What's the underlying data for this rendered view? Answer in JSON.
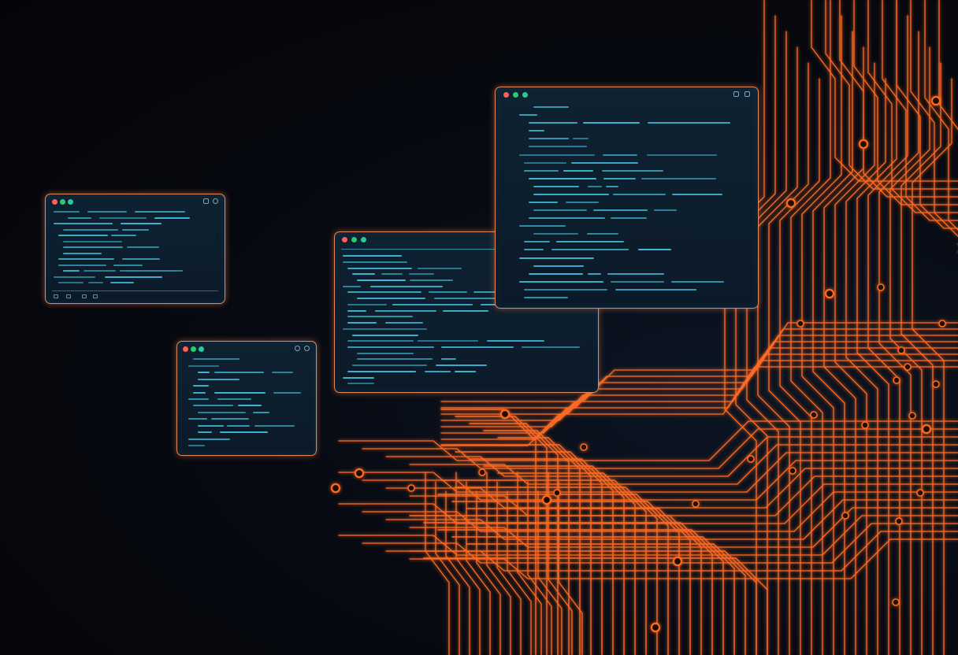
{
  "scene": {
    "background_color": "#050609",
    "trace_color": "#ff6a24",
    "trace_glow_color": "#ff3b00",
    "window_border_color": "#e0895a",
    "code_text_color": "#3eb7d6",
    "window_dots": [
      "#ff5f57",
      "#28ca72",
      "#28ca9a"
    ]
  },
  "windows": [
    {
      "id": "editor-window-left",
      "icons": [
        "minimize-icon",
        "close-icon"
      ],
      "line_count": 13
    },
    {
      "id": "editor-window-small",
      "icons": [
        "minimize-icon",
        "close-icon"
      ],
      "line_count": 14
    },
    {
      "id": "editor-window-center",
      "icons": [
        "search-icon",
        "refresh-icon",
        "close-icon"
      ],
      "line_count": 22
    },
    {
      "id": "editor-window-top-right",
      "icons": [
        "restore-icon",
        "close-icon"
      ],
      "line_count": 25
    }
  ]
}
